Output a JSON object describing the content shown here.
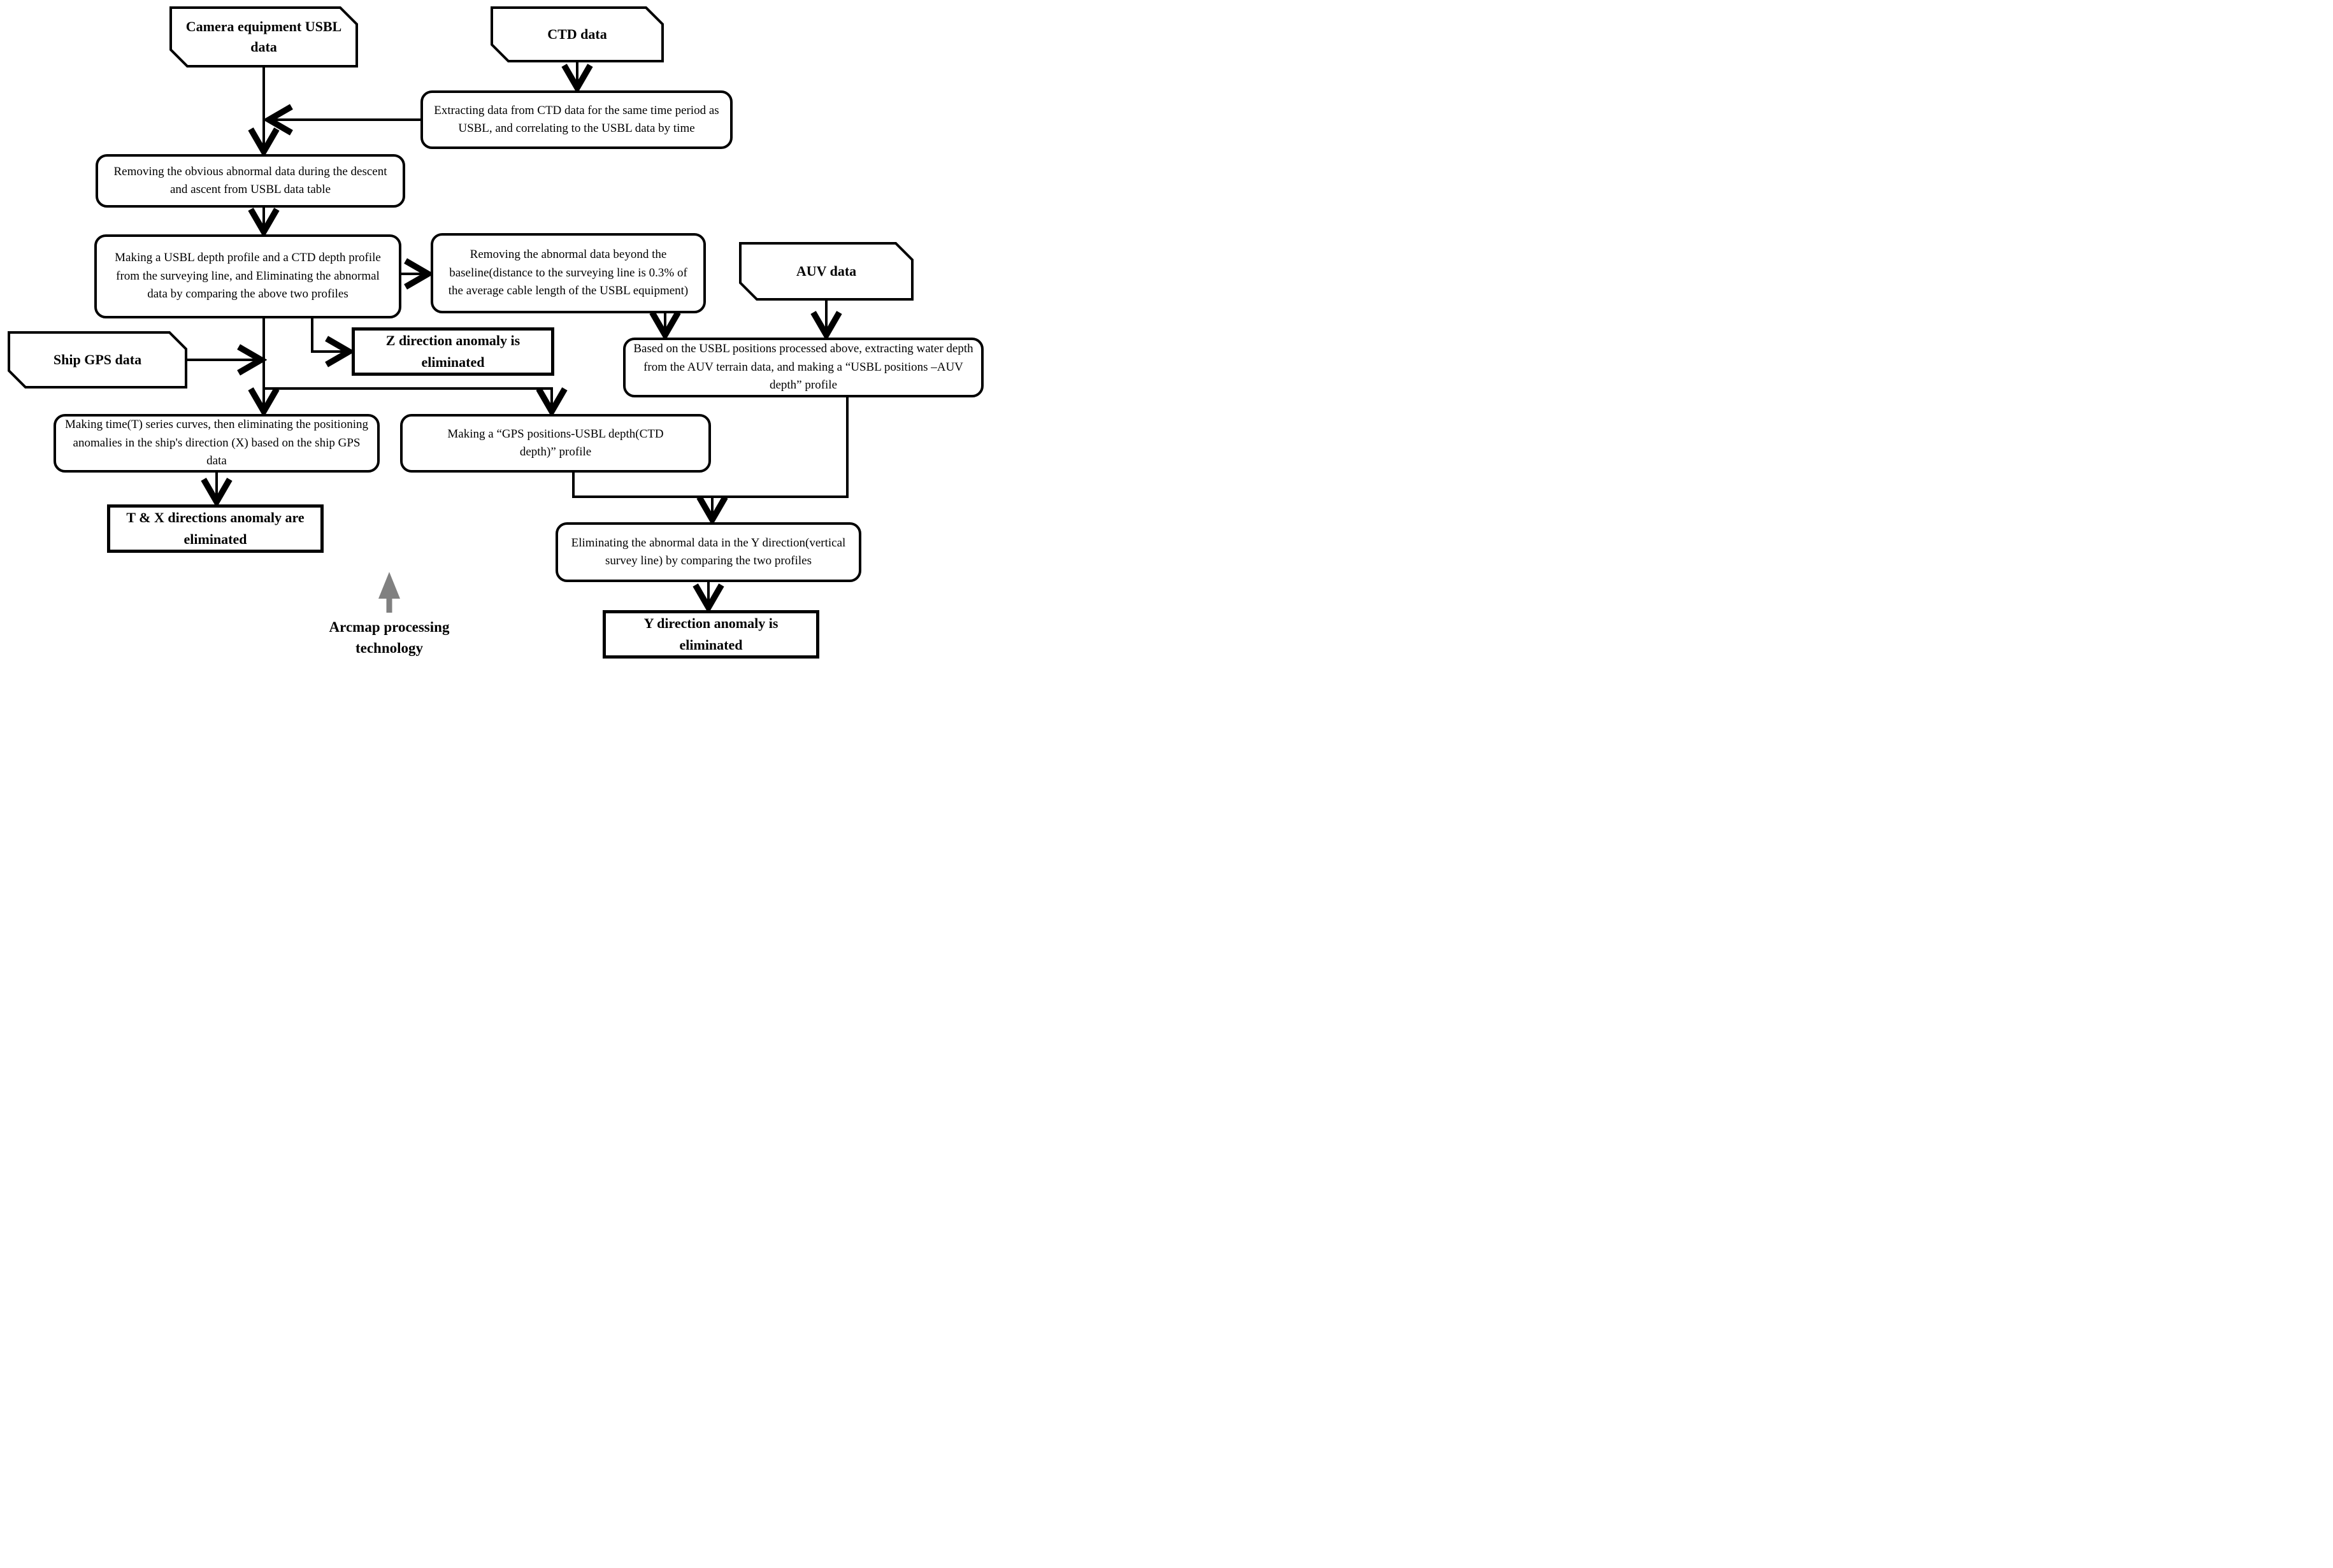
{
  "diagram": {
    "colors": {
      "line": "#000000",
      "box_border": "#000000",
      "background": "#ffffff",
      "gray_arrow": "#808080"
    },
    "nodes": {
      "camera_usbl": {
        "label": "Camera equipment USBL data",
        "shape": "data-card"
      },
      "ctd_data": {
        "label": "CTD data",
        "shape": "data-card"
      },
      "extracting_ctd": {
        "label": "Extracting data from CTD data for the same time period as USBL, and correlating to the USBL data by time",
        "shape": "rounded-process"
      },
      "removing_obvious": {
        "label": "Removing the obvious abnormal data during the descent and ascent from USBL data table",
        "shape": "rounded-process"
      },
      "making_profiles": {
        "label": "Making a USBL depth profile and a CTD depth profile from the surveying line, and Eliminating the abnormal data by comparing the above two profiles",
        "shape": "rounded-process"
      },
      "removing_beyond_baseline": {
        "label": "Removing the abnormal data beyond the baseline(distance to the surveying line is 0.3% of the average cable length of the USBL equipment)",
        "shape": "rounded-process"
      },
      "auv_data": {
        "label": "AUV data",
        "shape": "data-card"
      },
      "ship_gps": {
        "label": "Ship GPS data",
        "shape": "data-card"
      },
      "z_direction": {
        "label": "Z direction anomaly is eliminated",
        "shape": "result-rect"
      },
      "based_usbl_auv": {
        "label": "Based on the USBL positions processed above, extracting water depth from the AUV terrain data, and making a “USBL positions –AUV depth” profile",
        "shape": "rounded-process"
      },
      "making_time_series": {
        "label": "Making time(T) series curves, then eliminating the positioning anomalies in the ship's direction (X) based on the ship GPS data",
        "shape": "rounded-process"
      },
      "making_gps_profile": {
        "label": "Making a “GPS positions-USBL depth(CTD depth)” profile",
        "shape": "rounded-process"
      },
      "tx_direction": {
        "label": "T & X directions anomaly are eliminated",
        "shape": "result-rect"
      },
      "eliminating_y": {
        "label": "Eliminating the abnormal data in the Y direction(vertical survey line) by comparing the two profiles",
        "shape": "rounded-process"
      },
      "y_direction": {
        "label": "Y direction anomaly is eliminated",
        "shape": "result-rect"
      }
    },
    "caption": {
      "label": "Arcmap processing technology",
      "icon": "gray-up-arrow-icon"
    }
  }
}
